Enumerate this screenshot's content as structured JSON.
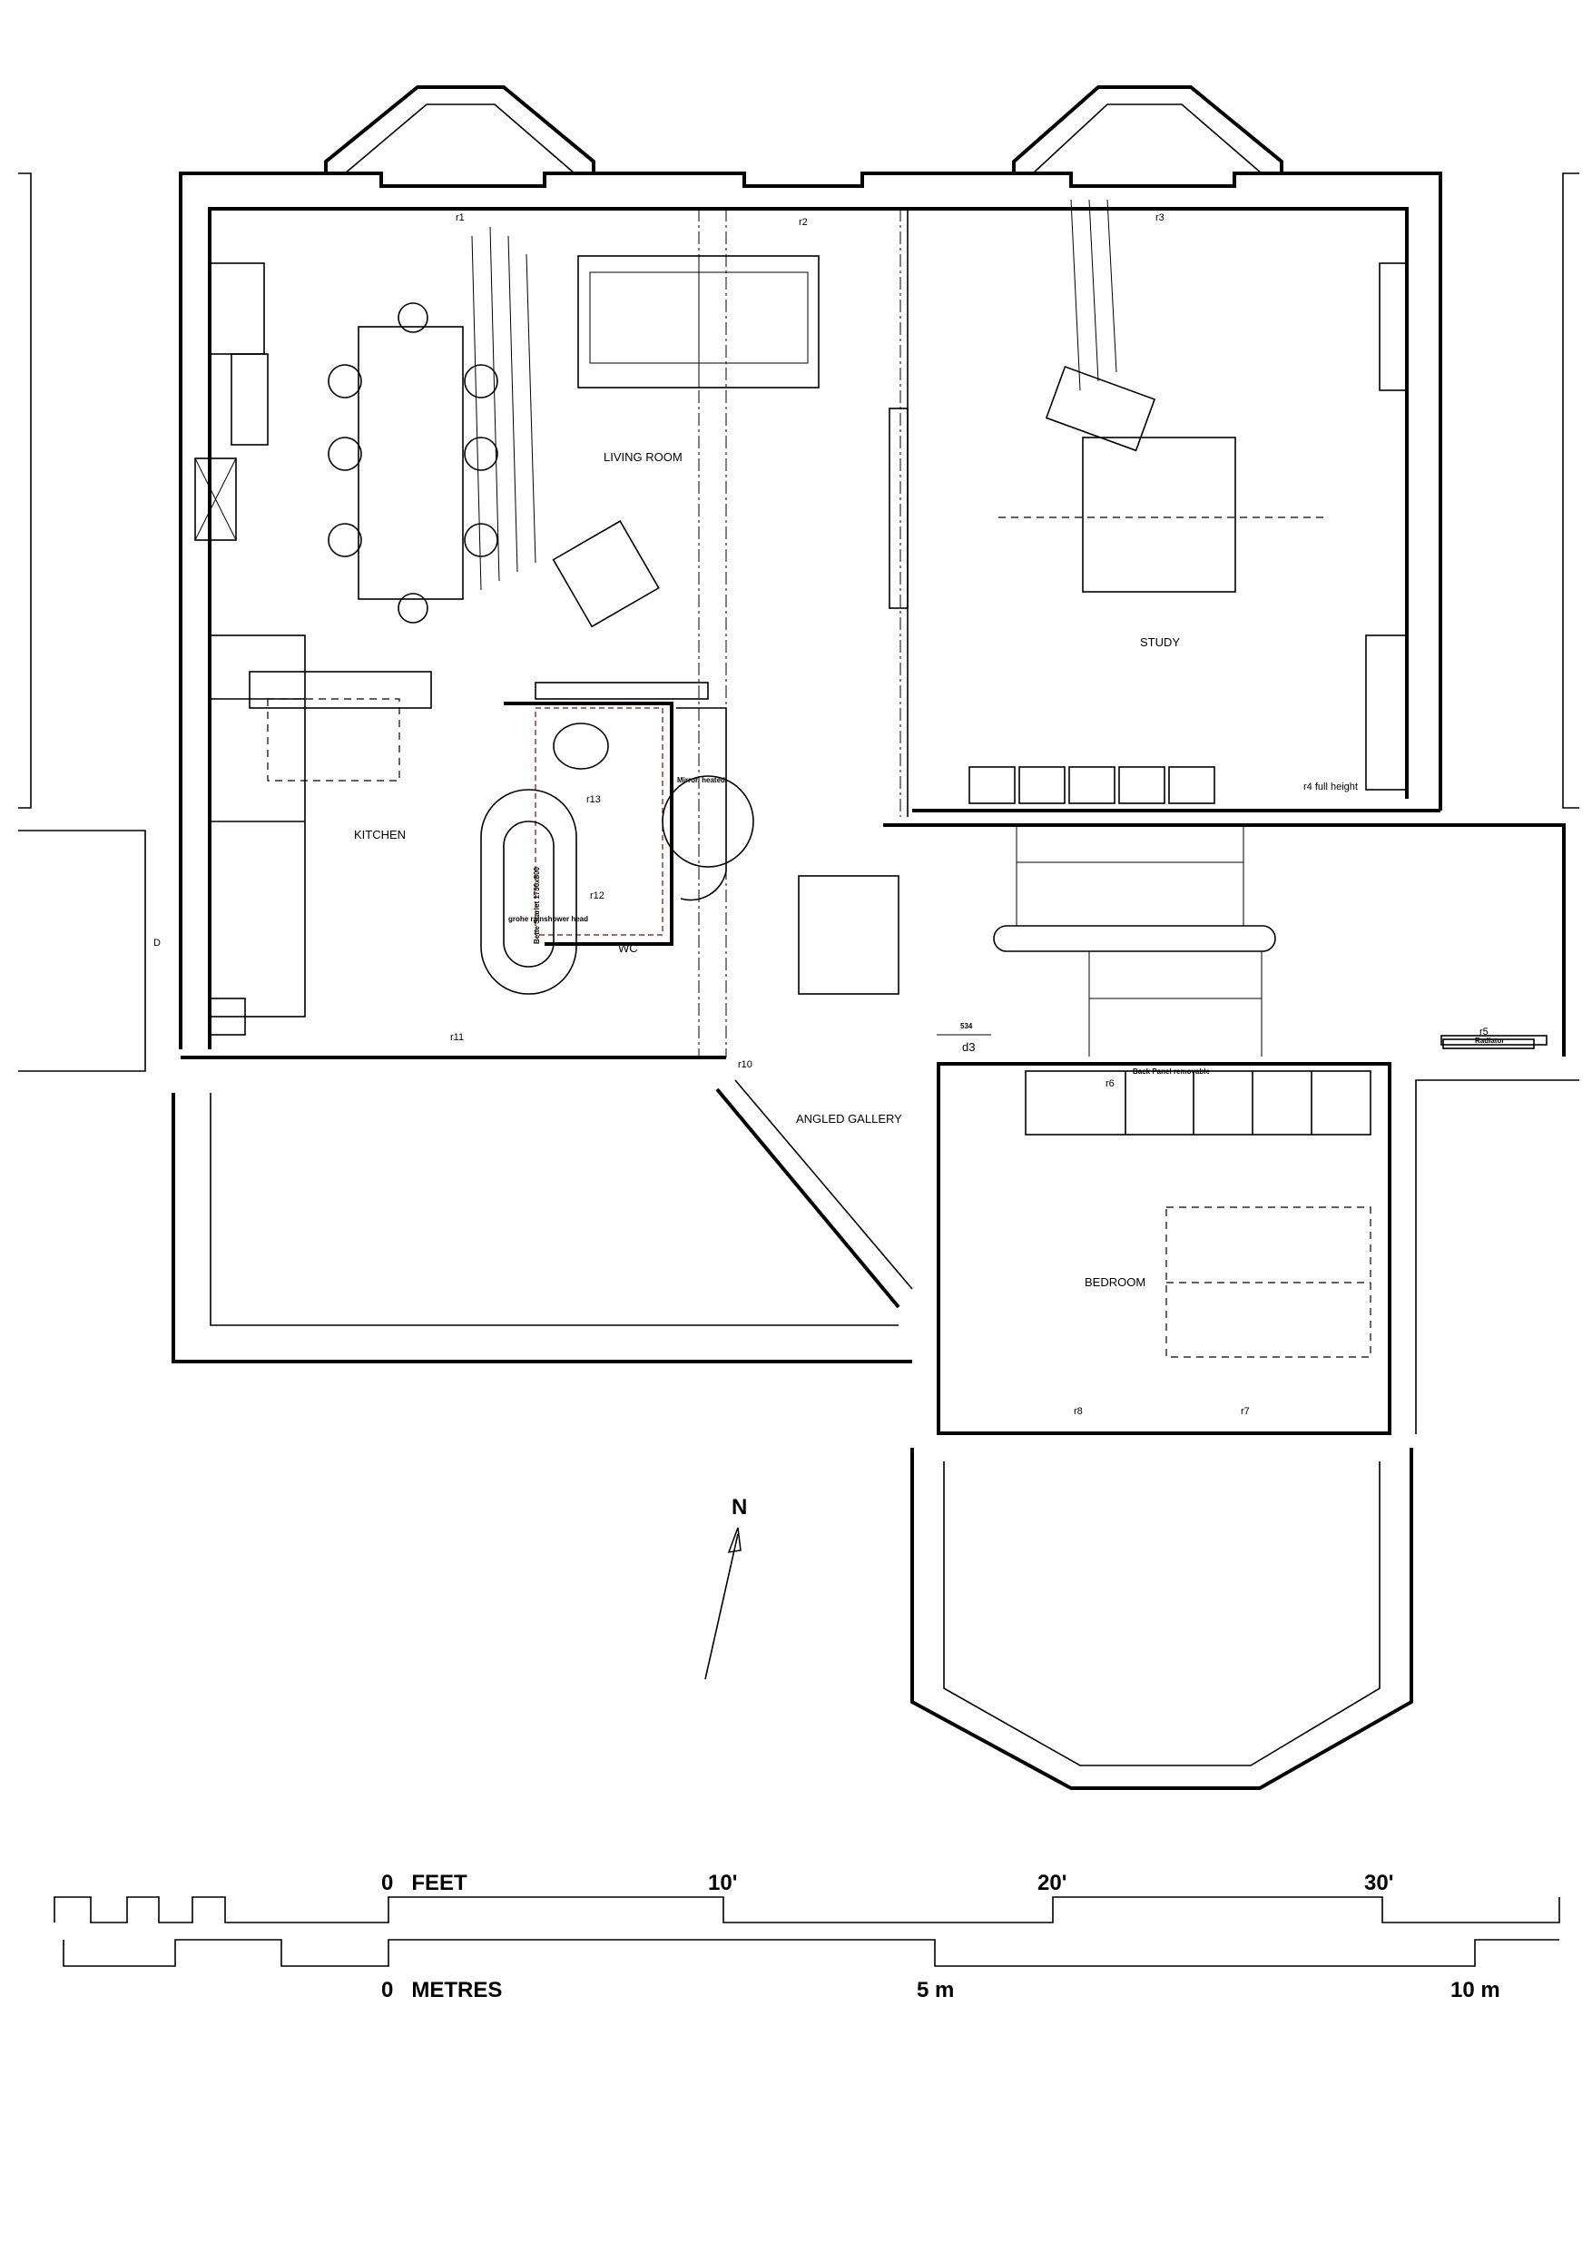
{
  "rooms": {
    "living_room": "LIVING ROOM",
    "study": "STUDY",
    "kitchen": "KITCHEN",
    "wc": "WC",
    "angled_gallery": "ANGLED GALLERY",
    "bedroom": "BEDROOM"
  },
  "radiators": {
    "r1": "r1",
    "r2": "r2",
    "r3": "r3",
    "r4": "r4 full height",
    "r5": "r5",
    "r6": "r6",
    "r7": "r7",
    "r8": "r8",
    "r10": "r10",
    "r11": "r11",
    "r12": "r12",
    "r13": "r13"
  },
  "annotations": {
    "door_d3": "d3",
    "dimension_534": "534",
    "back_panel": "Back Panel removable",
    "radiator_tag": "Radiator",
    "wc_mirror": "Mirror, heated",
    "bath_label": "Bette Starlet 1750x800",
    "shower_head": "grohe rainshower head",
    "section_marker": "D"
  },
  "north_arrow": {
    "label": "N"
  },
  "scale_bar": {
    "feet_label": "0   FEET",
    "feet_ticks": [
      "10'",
      "20'",
      "30'"
    ],
    "metres_label": "0   METRES",
    "metres_ticks": [
      "5 m",
      "10 m"
    ]
  }
}
